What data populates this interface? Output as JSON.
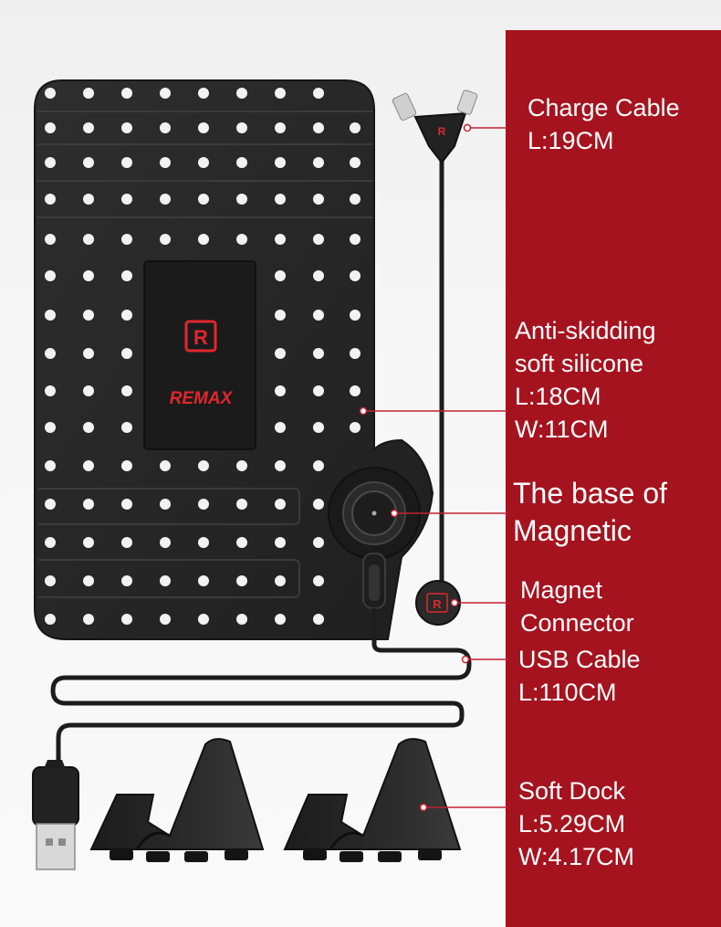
{
  "brand": {
    "name": "REMAX",
    "logo_mark": "R",
    "accent_color": "#e3262d"
  },
  "colors": {
    "panel": "#a5131f",
    "product": "#262626",
    "text": "#ffffff"
  },
  "callouts": [
    {
      "id": "charge-cable",
      "lines": [
        "Charge Cable",
        "L:19CM"
      ]
    },
    {
      "id": "silicone-pad",
      "lines": [
        "Anti-skidding",
        "soft silicone",
        "L:18CM",
        "W:11CM"
      ]
    },
    {
      "id": "magnetic-base",
      "lines": [
        "The base of",
        "Magnetic"
      ]
    },
    {
      "id": "magnet-connector",
      "lines": [
        "Magnet",
        "Connector"
      ]
    },
    {
      "id": "usb-cable",
      "lines": [
        "USB Cable",
        "L:110CM"
      ]
    },
    {
      "id": "soft-dock",
      "lines": [
        "Soft Dock",
        "L:5.29CM",
        "W:4.17CM"
      ]
    }
  ]
}
